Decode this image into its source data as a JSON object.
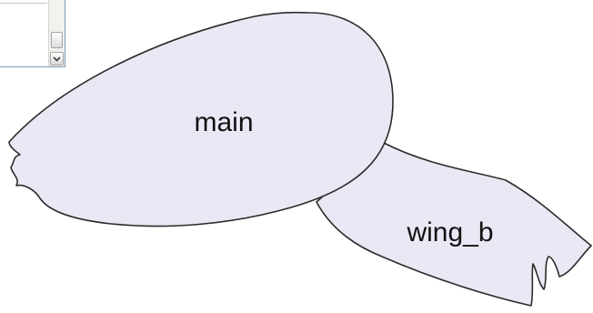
{
  "diagram": {
    "shapes": [
      {
        "id": "main",
        "label": "main"
      },
      {
        "id": "wing_b",
        "label": "wing_b"
      }
    ],
    "fill_color": "#e9e8f4",
    "stroke_color": "#2b2b2b"
  },
  "listbox": {
    "scrollbar": {
      "down_arrow_icon": "chevron-down-icon"
    }
  }
}
